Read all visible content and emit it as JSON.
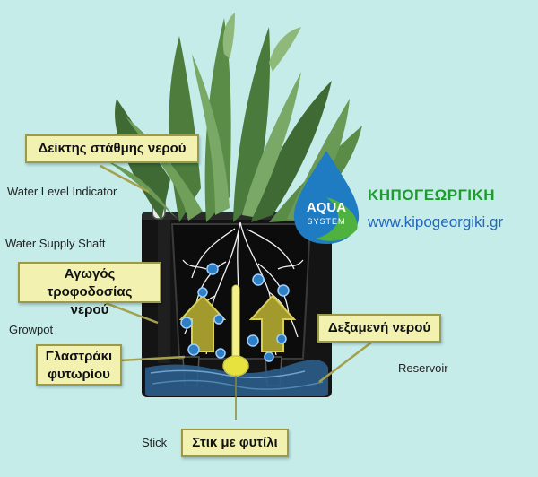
{
  "labels": {
    "water_level_indicator_gr": "Δείκτης στάθμης νερού",
    "water_level_indicator_en": "Water Level Indicator",
    "water_supply_shaft_gr": "Αγωγός τροφοδοσίας νερού",
    "water_supply_shaft_en": "Water Supply Shaft",
    "growpot_gr": "Γλαστράκι φυτωρίου",
    "growpot_en": "Growpot",
    "reservoir_gr": "Δεξαμενή νερού",
    "reservoir_en": "Reservoir",
    "stick_gr": "Στικ με φυτίλι",
    "stick_en": "Stick"
  },
  "brand": {
    "logo_line1": "AQUA",
    "logo_line2": "SYSTEM",
    "name": "ΚΗΠΟΓΕΩΡΓΙΚΗ",
    "url": "www.kipogeorgiki.gr"
  },
  "colors": {
    "background": "#c5ece9",
    "callout_fill": "#f2f1b0",
    "pot": "#141414",
    "water": "#2a5d8a",
    "brand_green": "#1e9a2e",
    "brand_blue": "#2469b8"
  }
}
